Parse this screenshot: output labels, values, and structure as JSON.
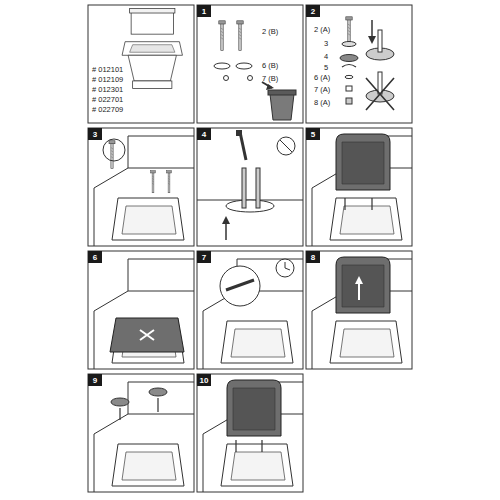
{
  "diagram": {
    "nodes": [
      {
        "text": [
          "1"
        ]
      },
      {
        "text": [
          "2"
        ]
      },
      {
        "text": [
          "3"
        ]
      },
      {
        "text": [
          "4"
        ]
      },
      {
        "text": [
          "5"
        ]
      },
      {
        "text": [
          "6"
        ]
      },
      {
        "text": [
          "7"
        ]
      },
      {
        "text": [
          "8"
        ]
      },
      {
        "text": [
          "9"
        ]
      },
      {
        "text": [
          "10"
        ]
      }
    ],
    "edges": [],
    "labels": [
      "# 012101",
      "# 012109",
      "# 012301",
      "# 022701",
      "# 022709",
      "2 (B)",
      "6 (B)",
      "7 (B)",
      "2 (A)",
      "3",
      "4",
      "5",
      "6 (A)",
      "7 (A)",
      "8 (A)"
    ]
  }
}
